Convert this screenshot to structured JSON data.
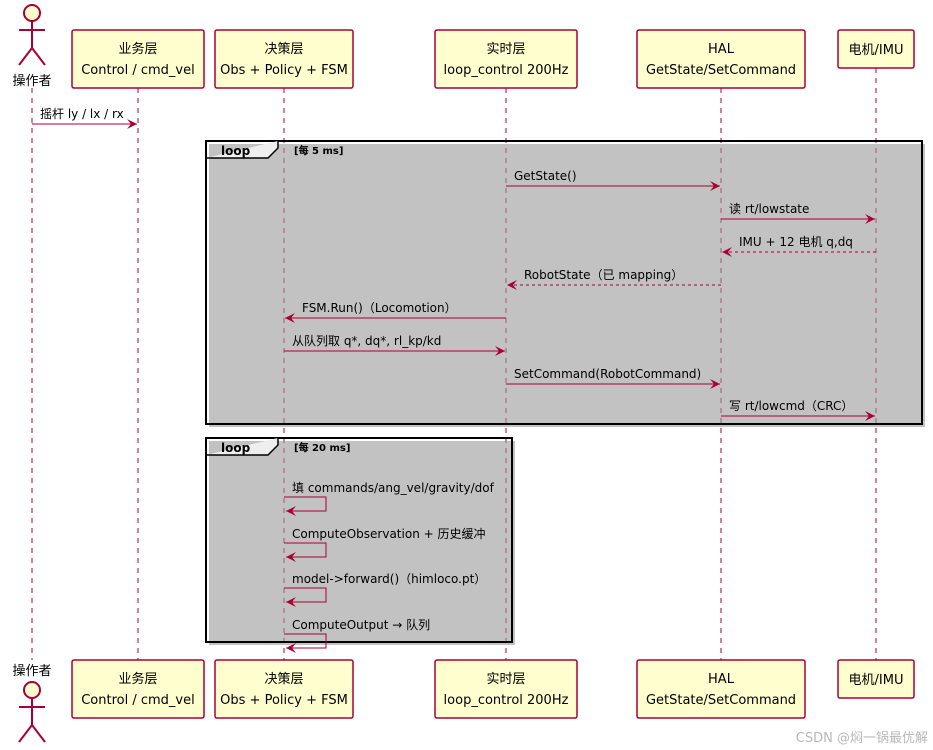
{
  "participants": [
    {
      "id": "op",
      "type": "actor",
      "label": [
        "操作者"
      ]
    },
    {
      "id": "biz",
      "type": "box",
      "label": [
        "业务层",
        "Control / cmd_vel"
      ]
    },
    {
      "id": "dec",
      "type": "box",
      "label": [
        "决策层",
        "Obs + Policy + FSM"
      ]
    },
    {
      "id": "rt",
      "type": "box",
      "label": [
        "实时层",
        "loop_control 200Hz"
      ]
    },
    {
      "id": "hal",
      "type": "box",
      "label": [
        "HAL",
        "GetState/SetCommand"
      ]
    },
    {
      "id": "mot",
      "type": "box",
      "label": [
        "电机/IMU"
      ]
    }
  ],
  "messages": [
    {
      "from": "op",
      "to": "biz",
      "label": "摇杆 ly / lx / rx",
      "dashed": false
    },
    {
      "from": "rt",
      "to": "hal",
      "label": "GetState()",
      "dashed": false
    },
    {
      "from": "hal",
      "to": "mot",
      "label": "读 rt/lowstate",
      "dashed": false
    },
    {
      "from": "mot",
      "to": "hal",
      "label": "IMU + 12 电机 q,dq",
      "dashed": true
    },
    {
      "from": "hal",
      "to": "rt",
      "label": "RobotState（已 mapping）",
      "dashed": true
    },
    {
      "from": "rt",
      "to": "dec",
      "label": "FSM.Run()（Locomotion）",
      "dashed": false
    },
    {
      "from": "dec",
      "to": "rt",
      "label": "从队列取 q*, dq*, rl_kp/kd",
      "dashed": false
    },
    {
      "from": "rt",
      "to": "hal",
      "label": "SetCommand(RobotCommand)",
      "dashed": false
    },
    {
      "from": "hal",
      "to": "mot",
      "label": "写 rt/lowcmd（CRC）",
      "dashed": false
    },
    {
      "from": "dec",
      "to": "dec",
      "label": "填 commands/ang_vel/gravity/dof",
      "dashed": false
    },
    {
      "from": "dec",
      "to": "dec",
      "label": "ComputeObservation + 历史缓冲",
      "dashed": false
    },
    {
      "from": "dec",
      "to": "dec",
      "label": "model->forward()（himloco.pt）",
      "dashed": false
    },
    {
      "from": "dec",
      "to": "dec",
      "label": "ComputeOutput → 队列",
      "dashed": false
    }
  ],
  "loops": [
    {
      "keyword": "loop",
      "guard": "[每 5 ms]"
    },
    {
      "keyword": "loop",
      "guard": "[每 20 ms]"
    }
  ],
  "watermark": "CSDN @焖一锅最优解",
  "colors": {
    "participant_fill": "#FEFECE",
    "participant_border": "#A80036",
    "arrow": "#A80036",
    "lifeline": "#A80036"
  }
}
